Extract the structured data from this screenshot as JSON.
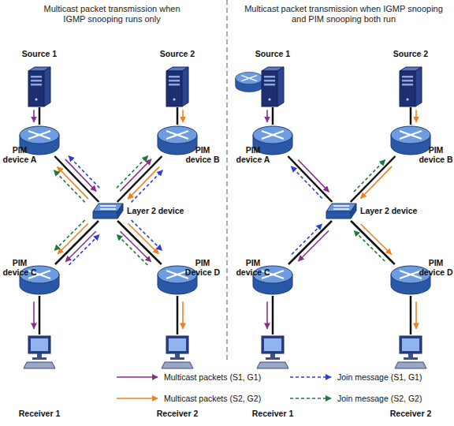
{
  "diagram": {
    "nodes": [
      {
        "text": [
          "Source 1"
        ]
      },
      {
        "text": [
          "Source 2"
        ]
      },
      {
        "text": [
          "PIM device A"
        ]
      },
      {
        "text": [
          "PIM device B"
        ]
      },
      {
        "text": [
          "Layer 2 device"
        ]
      },
      {
        "text": [
          "PIM device C"
        ]
      },
      {
        "text": [
          "PIM Device D"
        ]
      },
      {
        "text": [
          "Receiver 1"
        ]
      },
      {
        "text": [
          "Receiver 2"
        ]
      },
      {
        "text": [
          "Source 1"
        ]
      },
      {
        "text": [
          "Source 2"
        ]
      },
      {
        "text": [
          "PIM device A"
        ]
      },
      {
        "text": [
          "PIM device B"
        ]
      },
      {
        "text": [
          "Layer 2 device"
        ]
      },
      {
        "text": [
          "PIM device C"
        ]
      },
      {
        "text": [
          "PIM device D"
        ]
      },
      {
        "text": [
          "Receiver 1"
        ]
      },
      {
        "text": [
          "Receiver 2"
        ]
      }
    ],
    "edges": [
      {
        "from": 0,
        "to": 2,
        "arrow": "none"
      },
      {
        "from": 1,
        "to": 3,
        "arrow": "none"
      },
      {
        "from": 2,
        "to": 4,
        "arrow": "none"
      },
      {
        "from": 3,
        "to": 4,
        "arrow": "none"
      },
      {
        "from": 4,
        "to": 5,
        "arrow": "none"
      },
      {
        "from": 4,
        "to": 6,
        "arrow": "none"
      },
      {
        "from": 5,
        "to": 7,
        "arrow": "none"
      },
      {
        "from": 6,
        "to": 8,
        "arrow": "none"
      },
      {
        "from": 0,
        "to": 2,
        "arrow": "to"
      },
      {
        "from": 1,
        "to": 3,
        "arrow": "to"
      },
      {
        "from": 5,
        "to": 7,
        "arrow": "to"
      },
      {
        "from": 6,
        "to": 8,
        "arrow": "to"
      },
      {
        "from": 2,
        "to": 4,
        "arrow": "to"
      },
      {
        "from": 4,
        "to": 2,
        "arrow": "to"
      },
      {
        "from": 4,
        "to": 2,
        "arrow": "to"
      },
      {
        "from": 4,
        "to": 2,
        "arrow": "to"
      },
      {
        "from": 3,
        "to": 4,
        "arrow": "to"
      },
      {
        "from": 4,
        "to": 3,
        "arrow": "to"
      },
      {
        "from": 4,
        "to": 3,
        "arrow": "to"
      },
      {
        "from": 4,
        "to": 3,
        "arrow": "to"
      },
      {
        "from": 5,
        "to": 4,
        "arrow": "to"
      },
      {
        "from": 4,
        "to": 5,
        "arrow": "to"
      },
      {
        "from": 4,
        "to": 5,
        "arrow": "to"
      },
      {
        "from": 4,
        "to": 5,
        "arrow": "to"
      },
      {
        "from": 6,
        "to": 4,
        "arrow": "to"
      },
      {
        "from": 4,
        "to": 6,
        "arrow": "to"
      },
      {
        "from": 4,
        "to": 6,
        "arrow": "to"
      },
      {
        "from": 4,
        "to": 6,
        "arrow": "to"
      },
      {
        "from": 9,
        "to": 11,
        "arrow": "none"
      },
      {
        "from": 10,
        "to": 12,
        "arrow": "none"
      },
      {
        "from": 11,
        "to": 13,
        "arrow": "none"
      },
      {
        "from": 12,
        "to": 13,
        "arrow": "none"
      },
      {
        "from": 13,
        "to": 14,
        "arrow": "none"
      },
      {
        "from": 13,
        "to": 15,
        "arrow": "none"
      },
      {
        "from": 14,
        "to": 16,
        "arrow": "none"
      },
      {
        "from": 15,
        "to": 17,
        "arrow": "none"
      },
      {
        "from": 9,
        "to": 11,
        "arrow": "to"
      },
      {
        "from": 10,
        "to": 12,
        "arrow": "to"
      },
      {
        "from": 14,
        "to": 16,
        "arrow": "to"
      },
      {
        "from": 15,
        "to": 17,
        "arrow": "to"
      },
      {
        "from": 11,
        "to": 13,
        "arrow": "to"
      },
      {
        "from": 13,
        "to": 11,
        "arrow": "to"
      },
      {
        "from": 12,
        "to": 13,
        "arrow": "to"
      },
      {
        "from": 13,
        "to": 12,
        "arrow": "to"
      },
      {
        "from": 14,
        "to": 13,
        "arrow": "to"
      },
      {
        "from": 13,
        "to": 14,
        "arrow": "to"
      },
      {
        "from": 15,
        "to": 13,
        "arrow": "to"
      },
      {
        "from": 13,
        "to": 15,
        "arrow": "to"
      }
    ],
    "labels": [
      "Multicast packet transmission when IGMP snooping runs only",
      "Multicast packet transmission when IGMP snooping and PIM snooping both run"
    ],
    "legend": [
      {
        "text": "Multicast packets (S1, G1)"
      },
      {
        "text": "Join message (S1, G1)"
      },
      {
        "text": "Multicast packets (S2, G2)"
      },
      {
        "text": "Join message (S2, G2)"
      }
    ]
  }
}
